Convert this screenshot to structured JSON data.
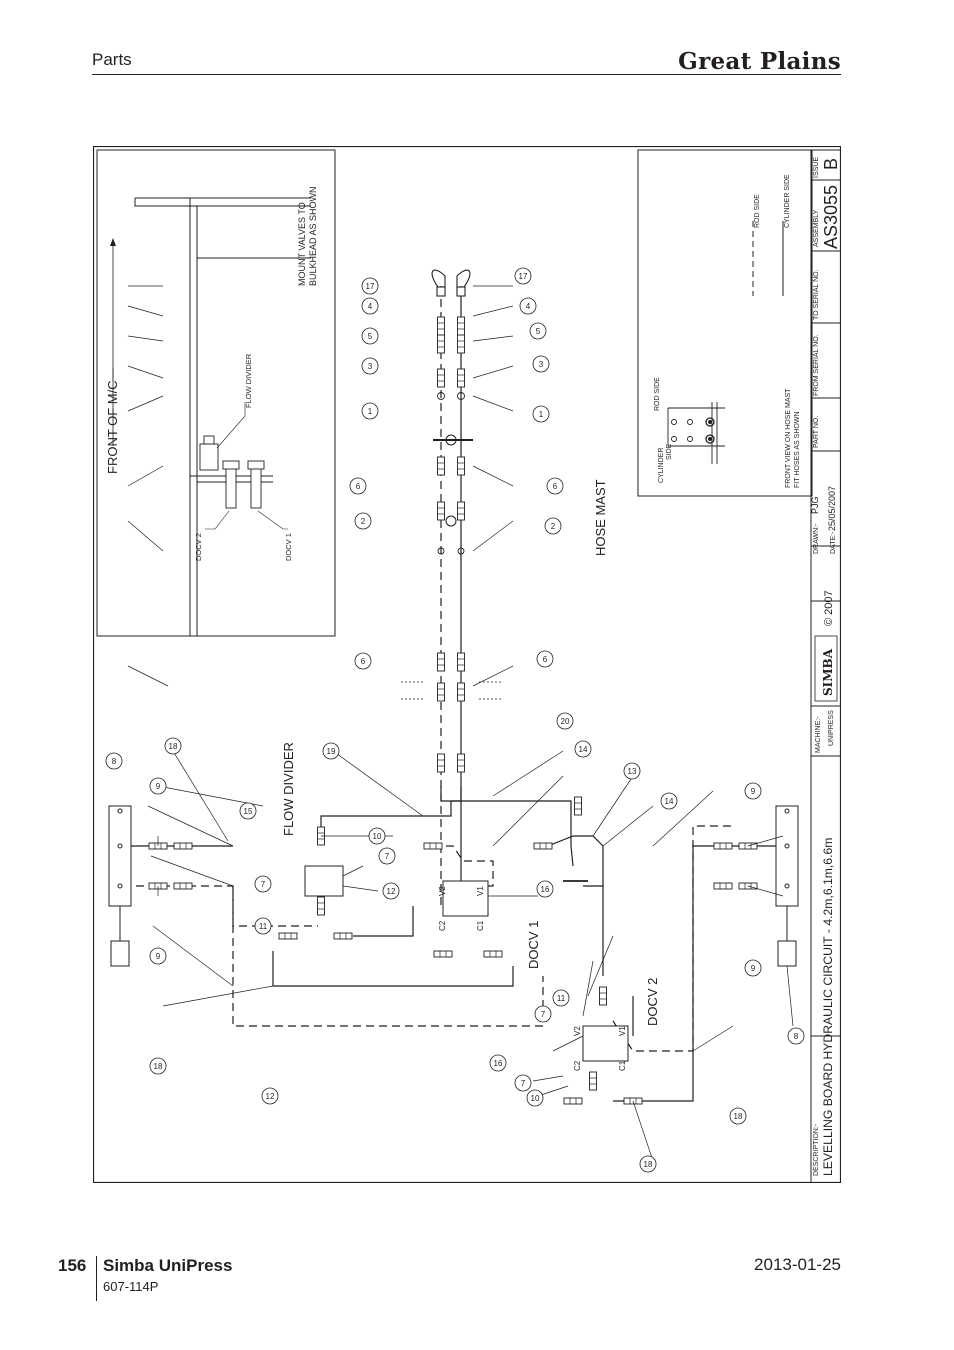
{
  "header": {
    "section": "Parts",
    "brand": "Great Plains"
  },
  "footer": {
    "page": "156",
    "title": "Simba UniPress",
    "code": "607-114P",
    "date": "2013-01-25"
  },
  "drawing": {
    "description_label": "DESCRIPTION:-",
    "description": "LEVELLING BOARD HYDRAULIC CIRCUIT - 4.2m,6.1m,6.6m",
    "machine_label": "MACHINE:-",
    "machine": "UNIPRESS",
    "logo": "SIMBA",
    "copyright": "© 2007",
    "drawn_label": "DRAWN:-",
    "drawn": "PJG",
    "date_label": "DATE:-",
    "date": "25/05/2007",
    "part_no_label": "PART NO.",
    "from_serial_label": "FROM SERIAL NO.",
    "to_serial_label": "TO SERIAL NO.",
    "assembly_label": "ASSEMBLY",
    "assembly": "AS3055",
    "issue_label": "ISSUE",
    "issue": "B",
    "front_of_mc": "FRONT OF M/C",
    "mount_valves_1": "MOUNT VALVES TO",
    "mount_valves_2": "BULKHEAD AS SHOWN",
    "flow_divider_small": "FLOW DIVIDER",
    "docv2_small": "DOCV 2",
    "docv1_small": "DOCV 1",
    "hose_mast": "HOSE MAST",
    "cylinder_side_text": "CYLINDER",
    "side_text": "SIDE",
    "rod_side_text": "ROD SIDE",
    "front_view_1": "FRONT VIEW ON HOSE MAST",
    "front_view_2": "FIT HOSES AS SHOWN",
    "legend_rod": "ROD SIDE",
    "legend_cyl": "CYLINDER SIDE",
    "flow_divider_big": "FLOW DIVIDER",
    "docv1_big": "DOCV 1",
    "docv2_big": "DOCV 2",
    "port_v1": "V1",
    "port_v2": "V2",
    "port_c1": "C1",
    "port_c2": "C2",
    "callouts": {
      "n1": "1",
      "n2": "2",
      "n3": "3",
      "n4": "4",
      "n5": "5",
      "n6": "6",
      "n7": "7",
      "n8": "8",
      "n9": "9",
      "n10": "10",
      "n11": "11",
      "n12": "12",
      "n13": "13",
      "n14": "14",
      "n15": "15",
      "n16": "16",
      "n17": "17",
      "n18": "18",
      "n19": "19",
      "n20": "20"
    }
  }
}
